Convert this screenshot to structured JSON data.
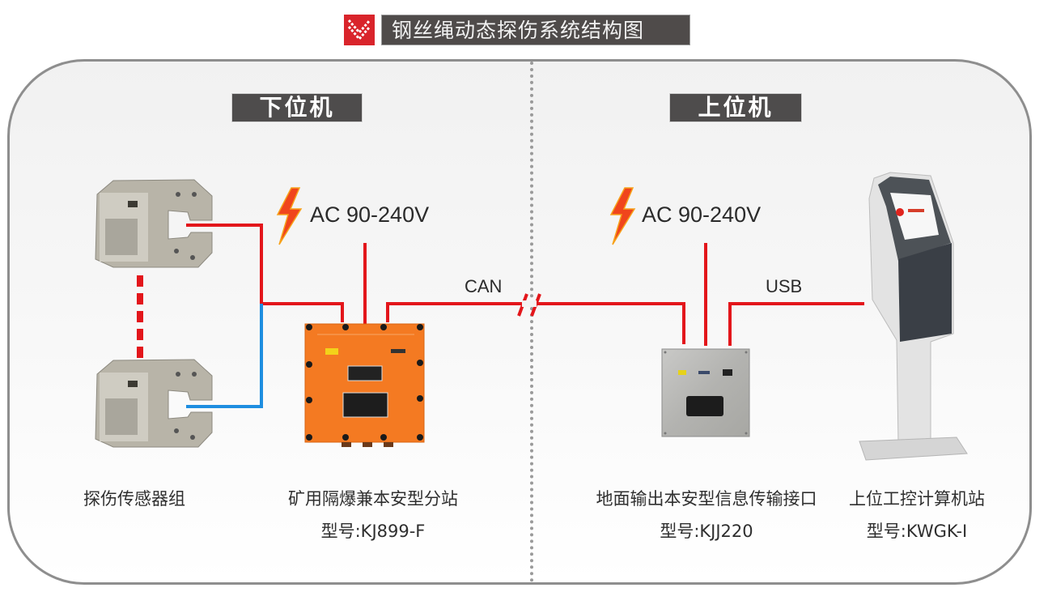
{
  "title": {
    "icon": "chevron-down-logo-icon",
    "text": "钢丝绳动态探伤系统结构图"
  },
  "sections": {
    "lower": {
      "label": "下位机"
    },
    "upper": {
      "label": "上位机"
    }
  },
  "power": {
    "left": {
      "icon": "lightning-icon",
      "label": "AC 90-240V"
    },
    "right": {
      "icon": "lightning-icon",
      "label": "AC 90-240V"
    }
  },
  "links": {
    "can": "CAN",
    "usb": "USB"
  },
  "devices": [
    {
      "id": "sensor-group",
      "name": "探伤传感器组",
      "model": ""
    },
    {
      "id": "substation",
      "name": "矿用隔爆兼本安型分站",
      "model": "型号:KJ899-F"
    },
    {
      "id": "interface",
      "name": "地面输出本安型信息传输接口",
      "model": "型号:KJJ220"
    },
    {
      "id": "host-station",
      "name": "上位工控计算机站",
      "model": "型号:KWGK-I"
    }
  ],
  "colors": {
    "wire_red": "#e3161b",
    "wire_blue": "#1e8ee0",
    "label_bg": "#4e4c4c",
    "brand_red": "#d9242b",
    "orange_box": "#f47a22"
  }
}
